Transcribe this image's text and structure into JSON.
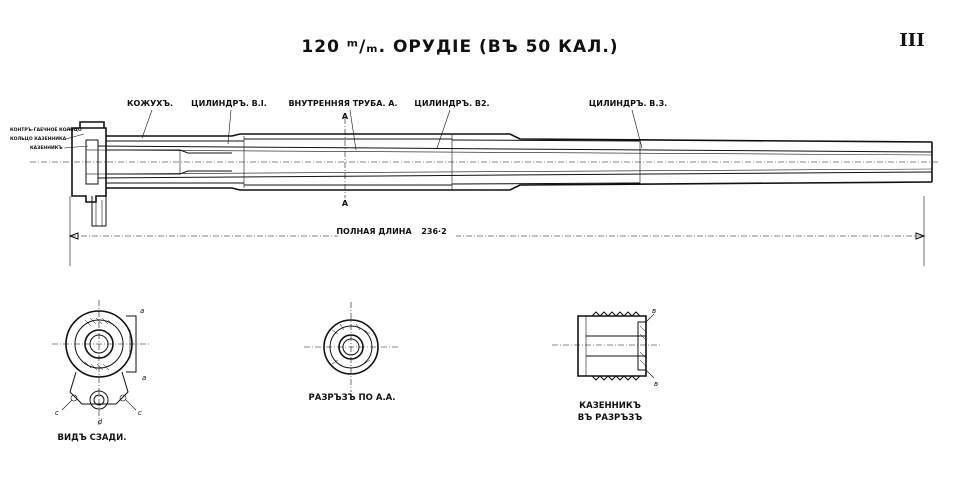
{
  "title": "120 ᵐ/ₘ. ОРУДІЕ (ВЪ 50 КАЛ.)",
  "plate_number": "III",
  "labels": {
    "jacket": "КОЖУХЪ.",
    "cylinder_b1": "ЦИЛИНДРЪ. В.І.",
    "inner_tube": "ВНУТРЕННЯЯ ТРУБА. А.",
    "cylinder_b2": "ЦИЛИНДРЪ. В2.",
    "cylinder_b3": "ЦИЛИНДРЪ. В.З.",
    "ring1": "КОНТРЪ-ГАЕЧНОЕ КОЛЬЦО",
    "ring2": "КОЛЬЦО КАЗЕННИКА",
    "breech": "КАЗЕННИКЪ"
  },
  "section_marks": {
    "top": "А",
    "bottom": "А"
  },
  "dimension": {
    "label": "ПОЛНАЯ ДЛИНА",
    "value": "236·2"
  },
  "views": {
    "rear_view": "ВИДЪ СЗАДИ.",
    "section_aa": "РАЗРЪЗЪ ПО А.А.",
    "breech_section_line1": "КАЗЕННИКЪ",
    "breech_section_line2": "ВЪ РАЗРЪЗЪ"
  },
  "letters": {
    "a": "а",
    "c": "с",
    "d": "d",
    "b": "в"
  }
}
